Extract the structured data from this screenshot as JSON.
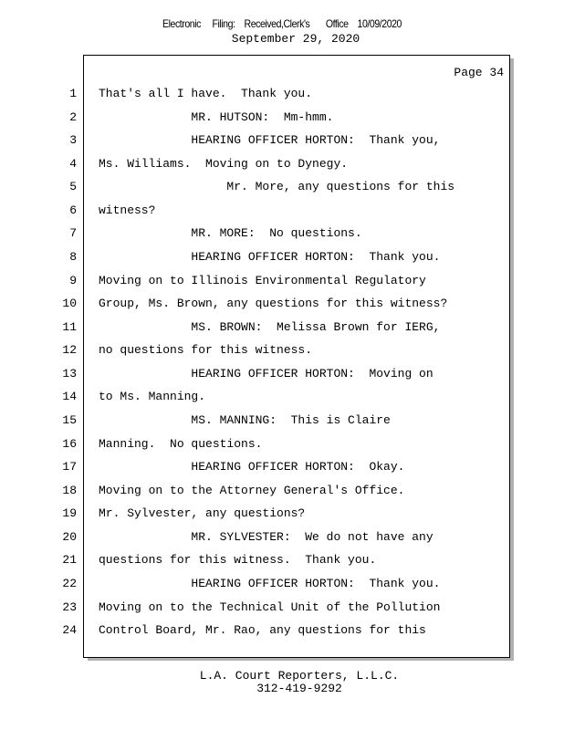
{
  "header": {
    "filing_stamp": "Electronic     Filing:    Received,Clerk's       Office    10/09/2020",
    "date": "September 29, 2020"
  },
  "page_label": "Page 34",
  "lines": [
    {
      "n": "1",
      "text": "That's all I have.  Thank you."
    },
    {
      "n": "2",
      "text": "             MR. HUTSON:  Mm-hmm."
    },
    {
      "n": "3",
      "text": "             HEARING OFFICER HORTON:  Thank you,"
    },
    {
      "n": "4",
      "text": "Ms. Williams.  Moving on to Dynegy."
    },
    {
      "n": "5",
      "text": "                  Mr. More, any questions for this"
    },
    {
      "n": "6",
      "text": "witness?"
    },
    {
      "n": "7",
      "text": "             MR. MORE:  No questions."
    },
    {
      "n": "8",
      "text": "             HEARING OFFICER HORTON:  Thank you."
    },
    {
      "n": "9",
      "text": "Moving on to Illinois Environmental Regulatory"
    },
    {
      "n": "10",
      "text": "Group, Ms. Brown, any questions for this witness?"
    },
    {
      "n": "11",
      "text": "             MS. BROWN:  Melissa Brown for IERG,"
    },
    {
      "n": "12",
      "text": "no questions for this witness."
    },
    {
      "n": "13",
      "text": "             HEARING OFFICER HORTON:  Moving on"
    },
    {
      "n": "14",
      "text": "to Ms. Manning."
    },
    {
      "n": "15",
      "text": "             MS. MANNING:  This is Claire"
    },
    {
      "n": "16",
      "text": "Manning.  No questions."
    },
    {
      "n": "17",
      "text": "             HEARING OFFICER HORTON:  Okay."
    },
    {
      "n": "18",
      "text": "Moving on to the Attorney General's Office."
    },
    {
      "n": "19",
      "text": "Mr. Sylvester, any questions?"
    },
    {
      "n": "20",
      "text": "             MR. SYLVESTER:  We do not have any"
    },
    {
      "n": "21",
      "text": "questions for this witness.  Thank you."
    },
    {
      "n": "22",
      "text": "             HEARING OFFICER HORTON:  Thank you."
    },
    {
      "n": "23",
      "text": "Moving on to the Technical Unit of the Pollution"
    },
    {
      "n": "24",
      "text": "Control Board, Mr. Rao, any questions for this"
    }
  ],
  "footer": {
    "company": "L.A. Court Reporters, L.L.C.",
    "phone": "312-419-9292"
  }
}
